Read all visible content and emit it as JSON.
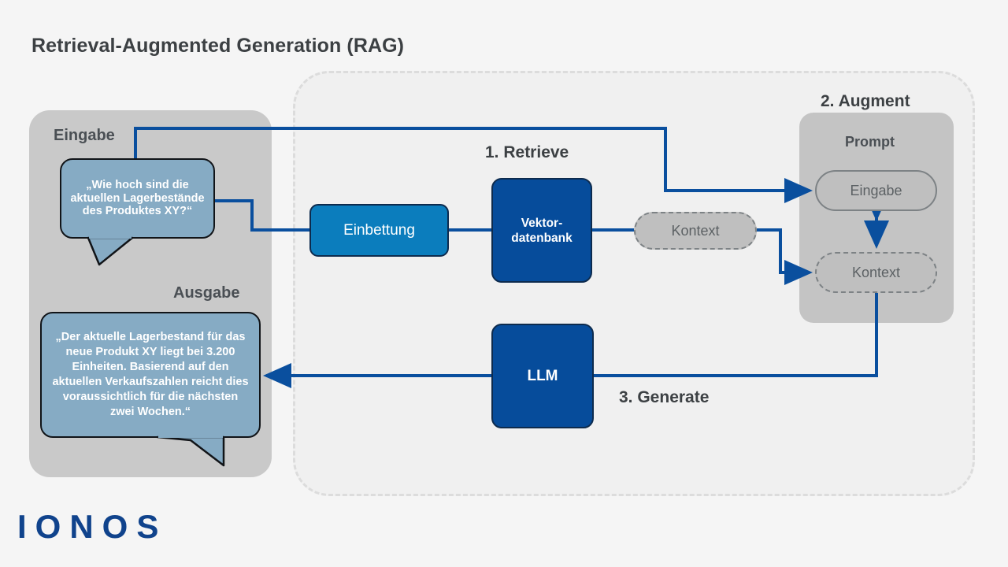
{
  "page": {
    "title": "Retrieval-Augmented Generation (RAG)",
    "background_color": "#f5f5f5",
    "brand_logo": "IONOS"
  },
  "colors": {
    "dark_blue": "#064c9b",
    "light_blue": "#0b7dbd",
    "bubble_fill": "#86abc4",
    "panel_gray": "#c9c9c9",
    "prompt_gray": "#c4c4c4",
    "pill_gray": "#bfbfbf",
    "wire_blue": "#0a4f9e",
    "text_gray": "#3c4043",
    "dashed_border": "#dcdcdc",
    "logo_blue": "#10438c"
  },
  "steps": {
    "retrieve": "1. Retrieve",
    "augment": "2. Augment",
    "generate": "3. Generate"
  },
  "io_panel": {
    "input_label": "Eingabe",
    "output_label": "Ausgabe",
    "input_bubble": "„Wie hoch sind die aktuellen Lagerbestände des Produktes XY?“",
    "output_bubble": "„Der aktuelle Lagerbestand für das neue Produkt XY liegt bei 3.200 Einheiten. Basierend auf den aktuellen Verkaufszahlen reicht dies voraussichtlich für die nächsten zwei Wochen.“"
  },
  "nodes": {
    "embedding": "Einbettung",
    "vector_db": "Vektor-\ndatenbank",
    "vector_db_line1": "Vektor-",
    "vector_db_line2": "datenbank",
    "llm": "LLM",
    "context_free": "Kontext"
  },
  "prompt_panel": {
    "title": "Prompt",
    "input_item": "Eingabe",
    "context_item": "Kontext"
  }
}
